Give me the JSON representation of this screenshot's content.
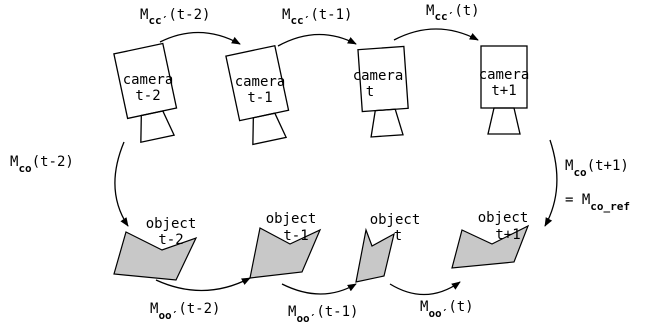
{
  "cameras": [
    {
      "line1": "camera",
      "line2": "t-2"
    },
    {
      "line1": "camera",
      "line2": "t-1"
    },
    {
      "line1": "camera",
      "line2": "t"
    },
    {
      "line1": "camera",
      "line2": "t+1"
    }
  ],
  "objects": [
    {
      "line1": "object",
      "line2": "t-2"
    },
    {
      "line1": "object",
      "line2": "t-1"
    },
    {
      "line1": "object",
      "line2": "t"
    },
    {
      "line1": "object",
      "line2": "t+1"
    }
  ],
  "top_transforms": [
    {
      "main": "M",
      "sub": "cc′",
      "arg": "(t-2)"
    },
    {
      "main": "M",
      "sub": "cc′",
      "arg": "(t-1)"
    },
    {
      "main": "M",
      "sub": "cc′",
      "arg": "(t)"
    }
  ],
  "bottom_transforms": [
    {
      "main": "M",
      "sub": "oo′",
      "arg": "(t-2)"
    },
    {
      "main": "M",
      "sub": "oo′",
      "arg": "(t-1)"
    },
    {
      "main": "M",
      "sub": "oo′",
      "arg": "(t)"
    }
  ],
  "left_transform": {
    "main": "M",
    "sub": "co",
    "arg": "(t-2)"
  },
  "right_transform": {
    "main": "M",
    "sub": "co",
    "arg": "(t+1)",
    "eq": "= M",
    "eq_sub": "co_ref"
  },
  "colors": {
    "object_fill": "#c8c8c8",
    "stroke": "#000000"
  }
}
